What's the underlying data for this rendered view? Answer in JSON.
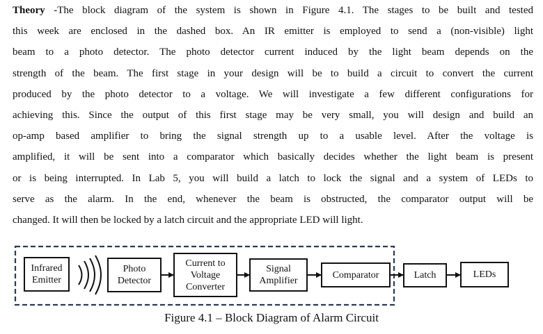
{
  "paragraph": {
    "lead": "Theory",
    "lines": [
      " -The block diagram of the system is shown in Figure 4.1.  The stages to be built and tested",
      "this week are enclosed in the dashed box. An IR emitter is employed to send a (non-visible) light",
      "beam to a photo detector.  The photo detector current induced by the light beam depends on the",
      "strength of the beam.  The first stage in your design will be to build a circuit to convert the current",
      "produced by the photo detector to a voltage.  We will investigate a few different configurations for",
      "achieving this.  Since the output of this first stage may be very small, you will design and build an",
      "op-amp based amplifier to bring the signal strength up to a usable level.  After the voltage is",
      "amplified, it will be sent into a comparator which basically decides whether the light beam is present",
      "or is being interrupted.  In Lab 5, you will build a latch to lock the signal and a system of LEDs to",
      "serve as the alarm. In the end, whenever the beam is obstructed, the comparator output will be",
      "changed.  It will then be locked by a latch circuit and the appropriate LED will light."
    ]
  },
  "diagram": {
    "blocks": {
      "emitter": [
        "Infrared",
        "Emitter"
      ],
      "detector": [
        "Photo",
        "Detector"
      ],
      "converter": [
        "Current to",
        "Voltage",
        "Converter"
      ],
      "amplifier": [
        "Signal",
        "Amplifier"
      ],
      "comparator": [
        "Comparator"
      ],
      "latch": [
        "Latch"
      ],
      "leds": [
        "LEDs"
      ]
    },
    "caption": "Figure 4.1 – Block Diagram of Alarm Circuit"
  }
}
